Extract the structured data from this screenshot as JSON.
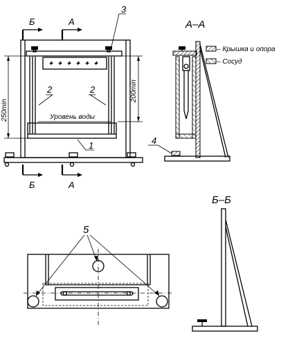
{
  "labels": {
    "section_b": "Б",
    "section_a": "А",
    "num_1": "1",
    "num_2": "2",
    "num_3": "3",
    "num_4": "4",
    "num_5": "5",
    "dim_250": "250min",
    "dim_200": "200min",
    "water_level": "Уровень воды",
    "section_aa_title": "А–А",
    "section_bb_title": "Б–Б",
    "legend_lid": "– Крышка и опора",
    "legend_vessel": "– Сосуд"
  }
}
